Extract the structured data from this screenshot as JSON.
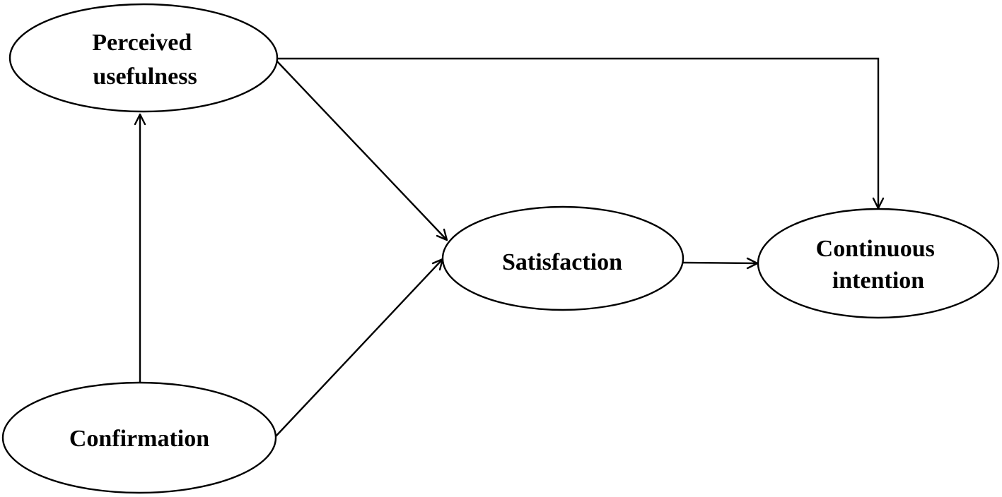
{
  "diagram": {
    "nodes": [
      {
        "id": "perceived-usefulness",
        "lines": [
          "Perceived",
          "usefulness"
        ]
      },
      {
        "id": "confirmation",
        "lines": [
          "Confirmation"
        ]
      },
      {
        "id": "satisfaction",
        "lines": [
          "Satisfaction"
        ]
      },
      {
        "id": "continuous-intention",
        "lines": [
          "Continuous",
          "intention"
        ]
      }
    ],
    "edges": [
      {
        "from": "confirmation",
        "to": "perceived-usefulness"
      },
      {
        "from": "perceived-usefulness",
        "to": "satisfaction"
      },
      {
        "from": "confirmation",
        "to": "satisfaction"
      },
      {
        "from": "satisfaction",
        "to": "continuous-intention"
      },
      {
        "from": "perceived-usefulness",
        "to": "continuous-intention"
      }
    ],
    "colors": {
      "stroke": "#000000",
      "fill": "#ffffff",
      "text": "#000000"
    }
  }
}
